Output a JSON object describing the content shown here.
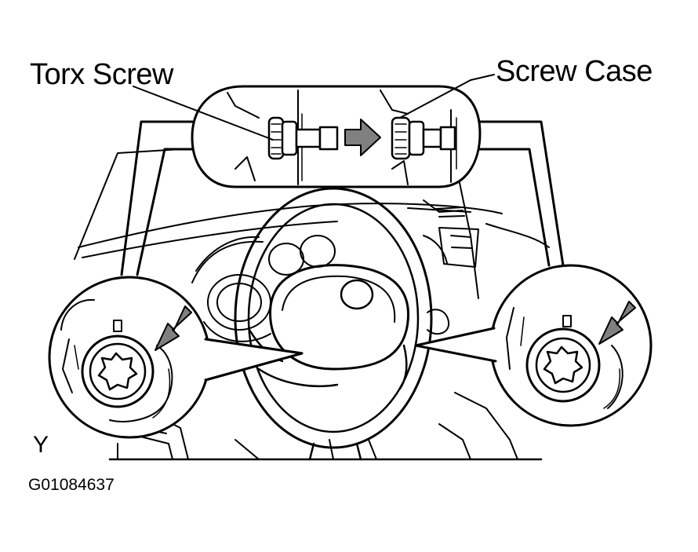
{
  "labels": {
    "torx_screw": "Torx Screw",
    "screw_case": "Screw Case",
    "view_letter": "Y",
    "figure_id": "G01084637"
  },
  "colors": {
    "ink": "#000000",
    "paper": "#ffffff",
    "arrow_fill": "#808080"
  }
}
